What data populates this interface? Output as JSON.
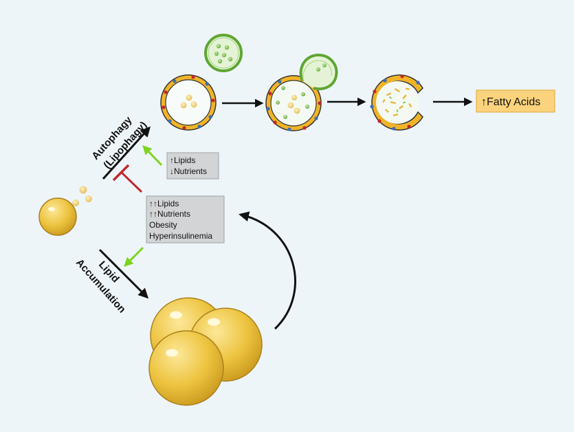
{
  "pathway_labels": {
    "autophagy": "Autophagy",
    "lipophagy": "(Lipophagy)",
    "lipid": "Lipid",
    "accumulation": "Accumulation"
  },
  "conditions_low": {
    "line1": "↑Lipids",
    "line2": "↓Nutrients"
  },
  "conditions_high": {
    "line1": "↑↑Lipids",
    "line2": "↑↑Nutrients",
    "line3": "Obesity",
    "line4": "Hyperinsulinemia"
  },
  "output": {
    "label": "↑Fatty Acids"
  },
  "colors": {
    "background": "#eef5f9",
    "lipid_droplet": "#e6b830",
    "vacuole_ring": "#f0b429",
    "autophagosome": "#7cbf45",
    "activation_arrow": "#7ed321",
    "inhibition": "#c0282d",
    "condition_box": "#d2d4d6",
    "output_box": "#fbd37c"
  }
}
